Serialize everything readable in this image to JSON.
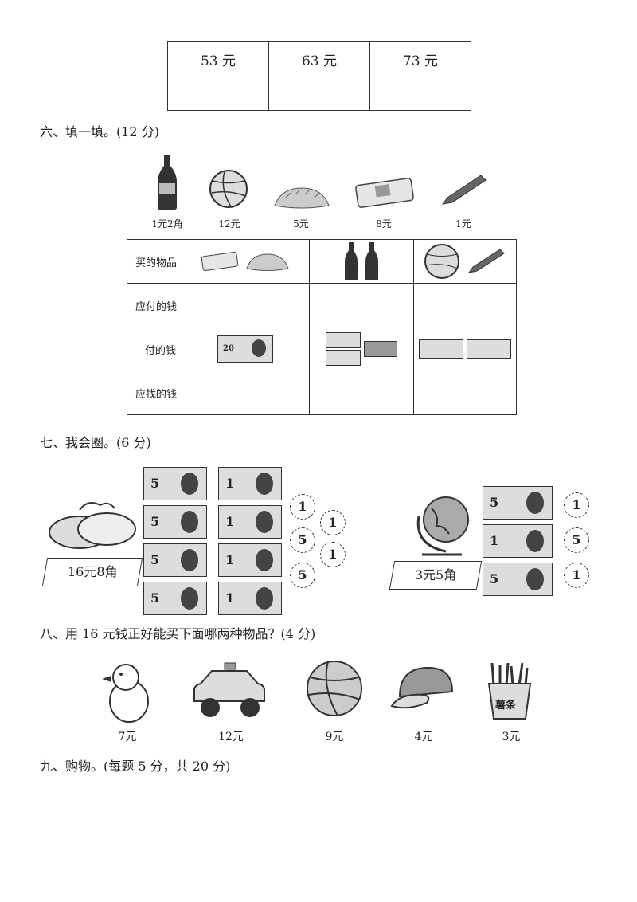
{
  "table_top": {
    "prices": [
      "53 元",
      "63 元",
      "73 元"
    ]
  },
  "section6": {
    "heading": "六、填一填。(12 分)",
    "items": [
      {
        "name": "cola-bottle",
        "price": "1元2角"
      },
      {
        "name": "volleyball",
        "price": "12元"
      },
      {
        "name": "bread",
        "price": "5元"
      },
      {
        "name": "pencil-case",
        "price": "8元"
      },
      {
        "name": "pen",
        "price": "1元"
      }
    ],
    "rows": {
      "bought": "买的物品",
      "should_pay": "应付的钱",
      "paid": "付的钱",
      "change": "应找的钱"
    },
    "banknote_20": "20"
  },
  "section7": {
    "heading": "七、我会圈。(6 分)",
    "left_price": "16元8角",
    "right_price": "3元5角",
    "left_notes": [
      "5",
      "1",
      "5",
      "1",
      "5",
      "1",
      "5",
      "1"
    ],
    "left_coins": [
      "1",
      "1",
      "5",
      "1",
      "5"
    ],
    "right_notes": [
      "5",
      "1",
      "5"
    ],
    "right_coins": [
      "1",
      "5",
      "1"
    ]
  },
  "section8": {
    "heading": "八、用 16 元钱正好能买下面哪两种物品？(4 分)",
    "items": [
      {
        "name": "penguin",
        "price": "7元"
      },
      {
        "name": "toy-car",
        "price": "12元"
      },
      {
        "name": "volleyball",
        "price": "9元"
      },
      {
        "name": "cap",
        "price": "4元"
      },
      {
        "name": "fries",
        "price": "3元"
      }
    ],
    "fries_label": "薯条"
  },
  "section9": {
    "heading": "九、购物。(每题 5 分，共 20 分)"
  }
}
